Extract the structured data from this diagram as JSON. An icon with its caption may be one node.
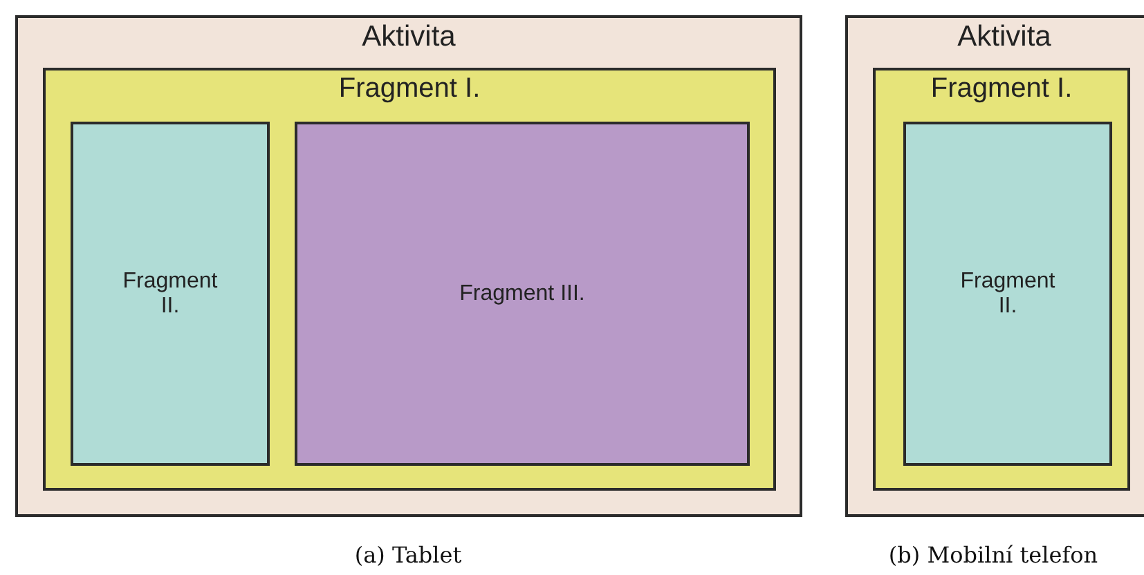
{
  "diagram": {
    "nodes": [
      {
        "text": [
          "Aktivita"
        ]
      },
      {
        "text": [
          "Fragment I."
        ],
        "in": 0
      },
      {
        "text": [
          "Fragment II."
        ],
        "in": 1
      },
      {
        "text": [
          "Fragment III."
        ],
        "in": 1
      },
      {
        "text": [
          "Aktivita"
        ]
      },
      {
        "text": [
          "Fragment I."
        ],
        "in": 4
      },
      {
        "text": [
          "Fragment II."
        ],
        "in": 5
      }
    ],
    "labels": [
      "(a) Tablet",
      "(b) Mobilní telefon"
    ]
  }
}
